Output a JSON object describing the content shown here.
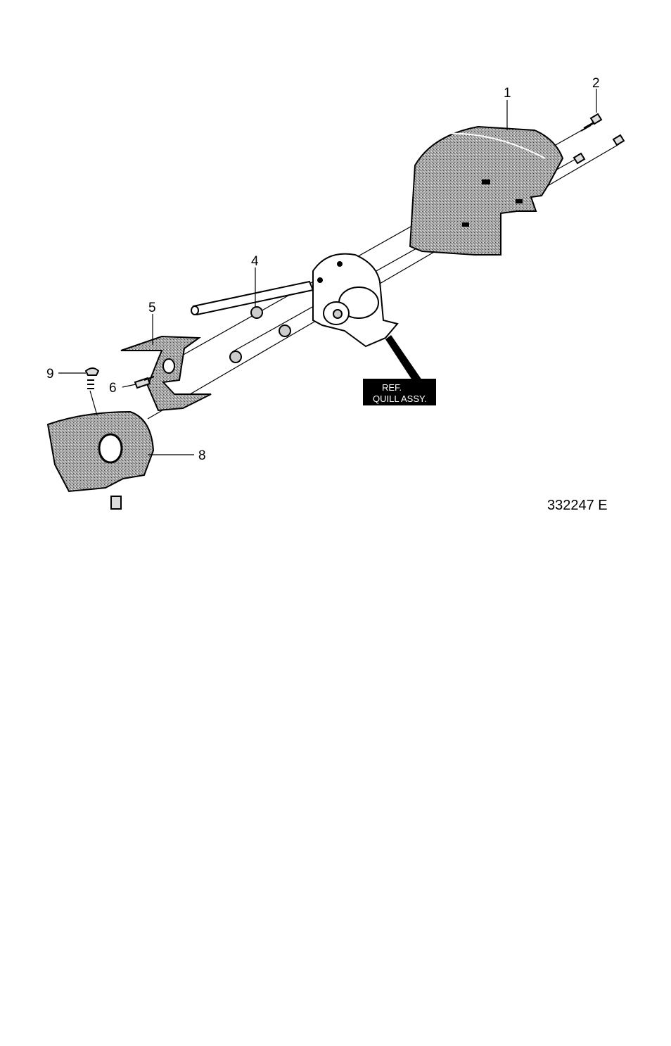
{
  "callouts": {
    "c1": "1",
    "c2": "2",
    "c4": "4",
    "c5": "5",
    "c6": "6",
    "c8": "8",
    "c9": "9"
  },
  "reference_box": {
    "line1": "REF.",
    "line2": "QUILL ASSY."
  },
  "figure_number": "332247 E",
  "colors": {
    "ink": "#000000",
    "part_fill": "#9a9a9a",
    "paper": "#ffffff"
  }
}
